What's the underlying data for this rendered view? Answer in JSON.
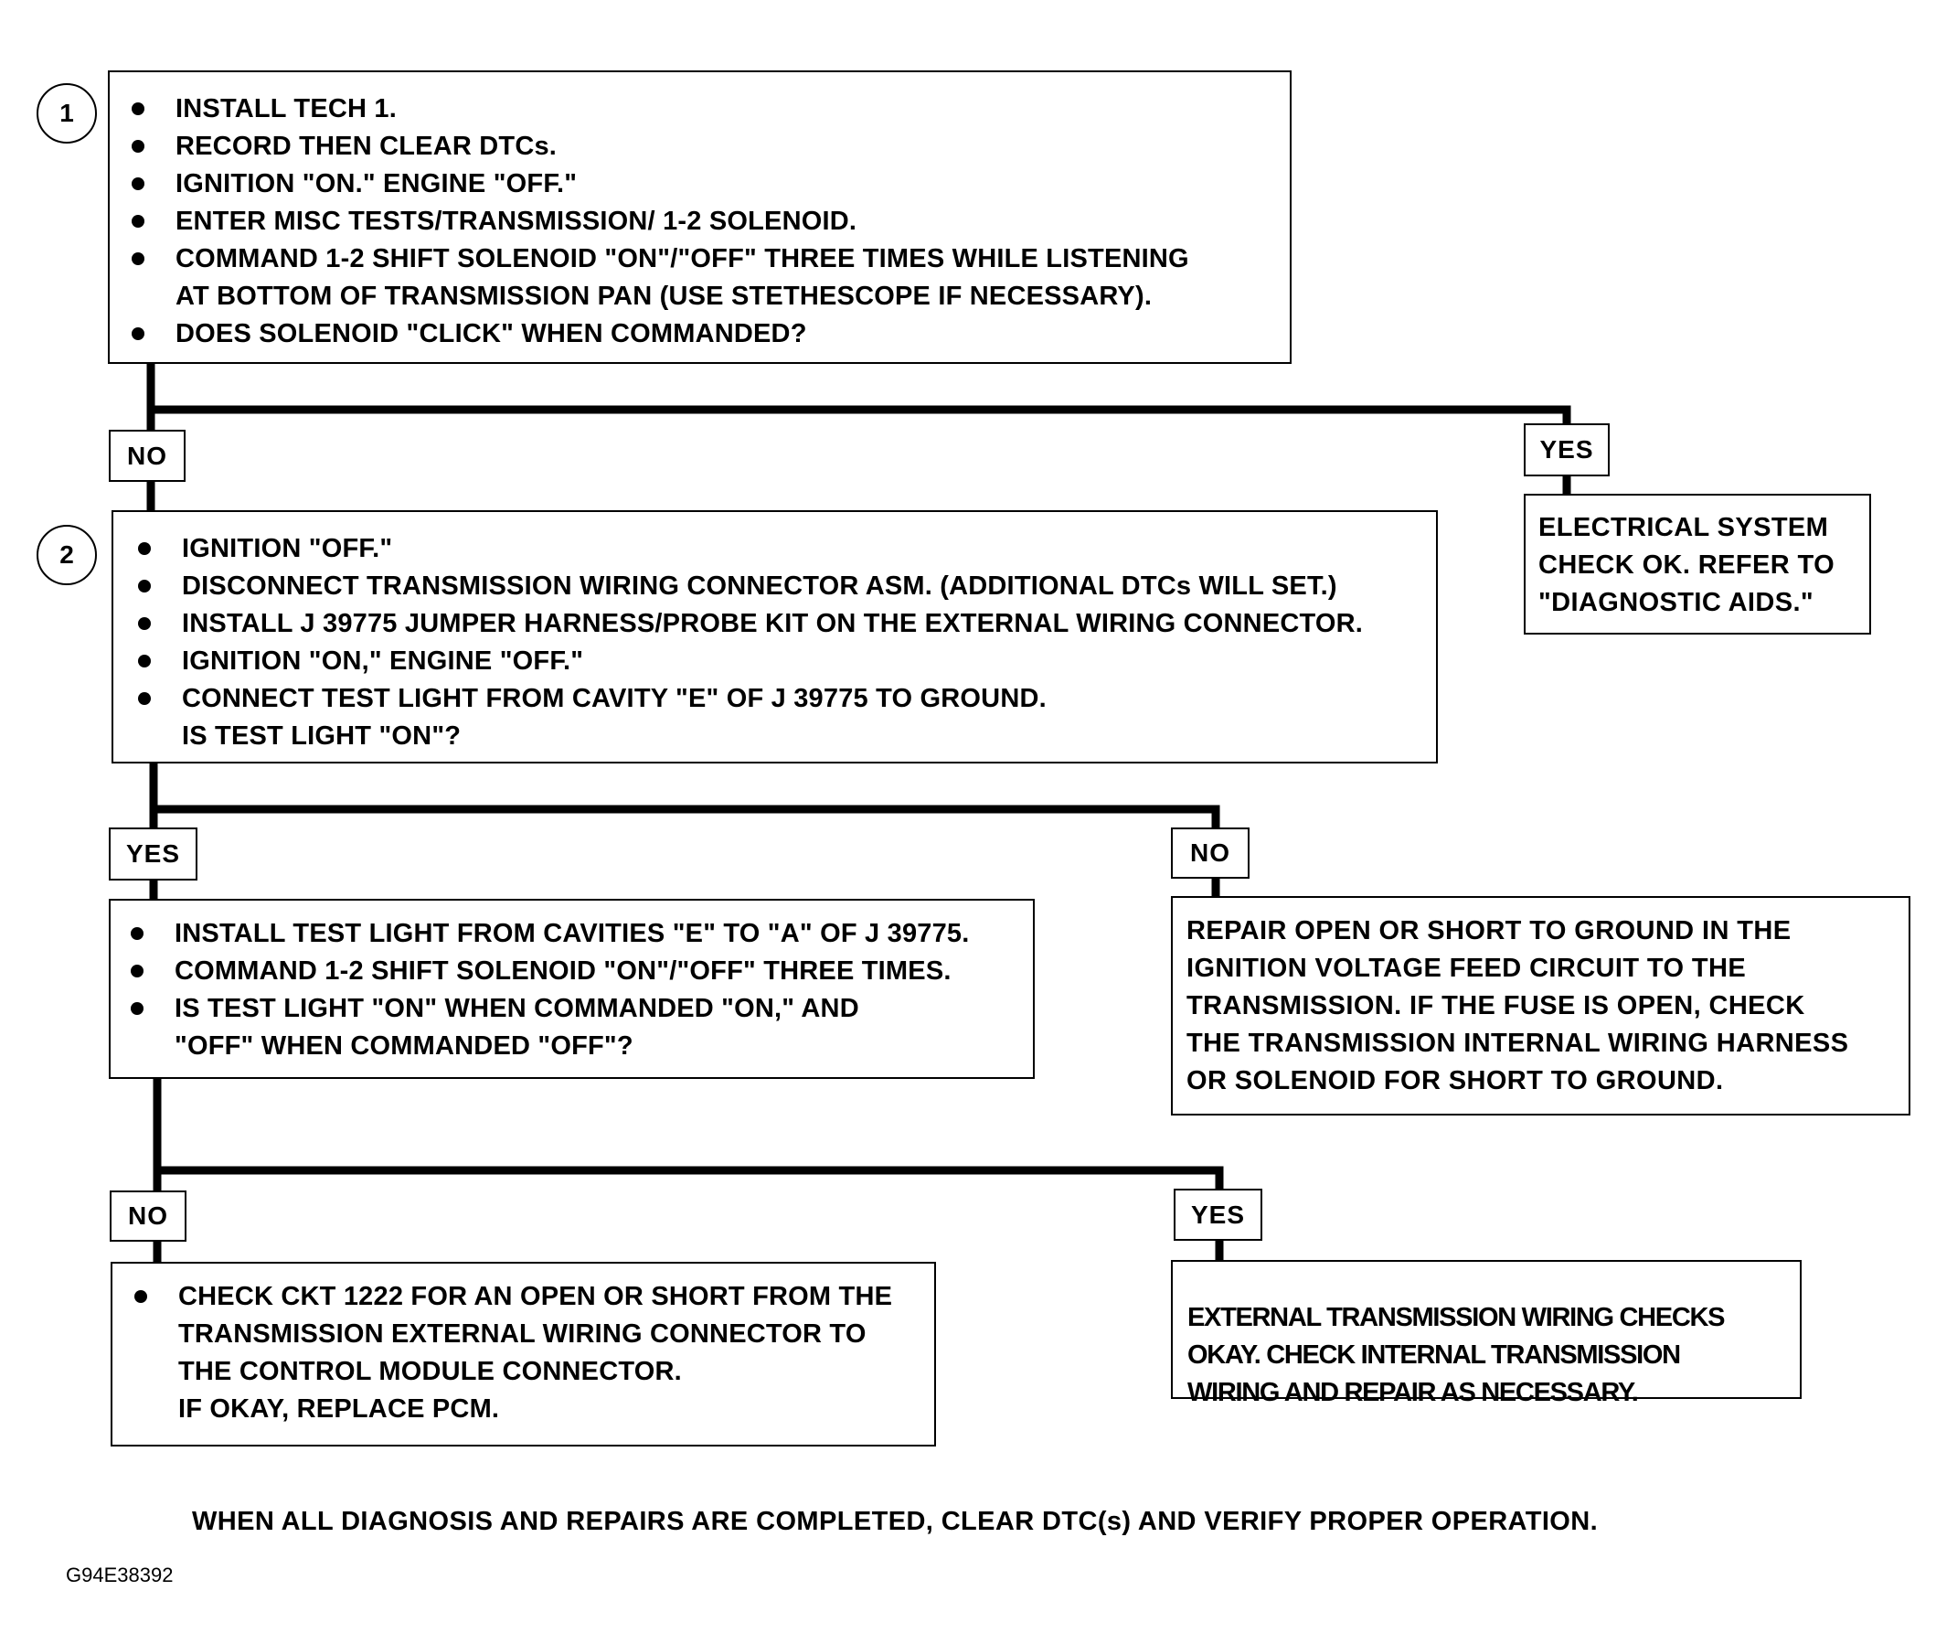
{
  "steps": [
    {
      "number": "1",
      "items": [
        "INSTALL TECH 1.",
        "RECORD THEN CLEAR DTCs.",
        "IGNITION \"ON.\"  ENGINE \"OFF.\"",
        "ENTER MISC TESTS/TRANSMISSION/ 1-2 SOLENOID.",
        "COMMAND 1-2 SHIFT SOLENOID \"ON\"/\"OFF\" THREE TIMES WHILE LISTENING\nAT BOTTOM OF TRANSMISSION PAN (USE STETHESCOPE IF NECESSARY).",
        "DOES SOLENOID \"CLICK\" WHEN COMMANDED?"
      ]
    },
    {
      "number": "2",
      "items": [
        "IGNITION \"OFF.\"",
        "DISCONNECT TRANSMISSION WIRING CONNECTOR ASM.  (ADDITIONAL DTCs WILL SET.)",
        "INSTALL J 39775 JUMPER HARNESS/PROBE KIT ON THE EXTERNAL WIRING CONNECTOR.",
        "IGNITION \"ON,\" ENGINE \"OFF.\"",
        "CONNECT TEST LIGHT FROM CAVITY \"E\" OF J 39775 TO GROUND.\nIS TEST LIGHT \"ON\"?"
      ]
    }
  ],
  "box3": {
    "items": [
      "INSTALL TEST LIGHT FROM CAVITIES \"E\" TO \"A\" OF J 39775.",
      "COMMAND 1-2 SHIFT SOLENOID \"ON\"/\"OFF\" THREE TIMES.",
      "IS TEST LIGHT \"ON\" WHEN COMMANDED \"ON,\" AND\n\"OFF\" WHEN COMMANDED \"OFF\"?"
    ]
  },
  "box_final_no": {
    "items": [
      "CHECK CKT 1222 FOR AN OPEN OR SHORT FROM THE\nTRANSMISSION EXTERNAL WIRING CONNECTOR TO\nTHE CONTROL MODULE CONNECTOR.\nIF OKAY, REPLACE PCM."
    ]
  },
  "result_electrical_ok": "ELECTRICAL SYSTEM\nCHECK OK.  REFER TO\n\"DIAGNOSTIC AIDS.\"",
  "result_repair_open": "REPAIR OPEN OR SHORT TO GROUND IN THE\nIGNITION VOLTAGE FEED CIRCUIT TO THE\nTRANSMISSION.  IF THE FUSE IS OPEN, CHECK\nTHE TRANSMISSION INTERNAL WIRING HARNESS\nOR SOLENOID FOR SHORT TO GROUND.",
  "result_external_ok": "EXTERNAL TRANSMISSION WIRING CHECKS\nOKAY. CHECK INTERNAL TRANSMISSION\nWIRING AND REPAIR AS NECESSARY.",
  "labels": {
    "no": "NO",
    "yes": "YES"
  },
  "footer": "WHEN ALL DIAGNOSIS AND REPAIRS ARE COMPLETED, CLEAR DTC(s) AND VERIFY PROPER OPERATION.",
  "figure_id": "G94E38392"
}
